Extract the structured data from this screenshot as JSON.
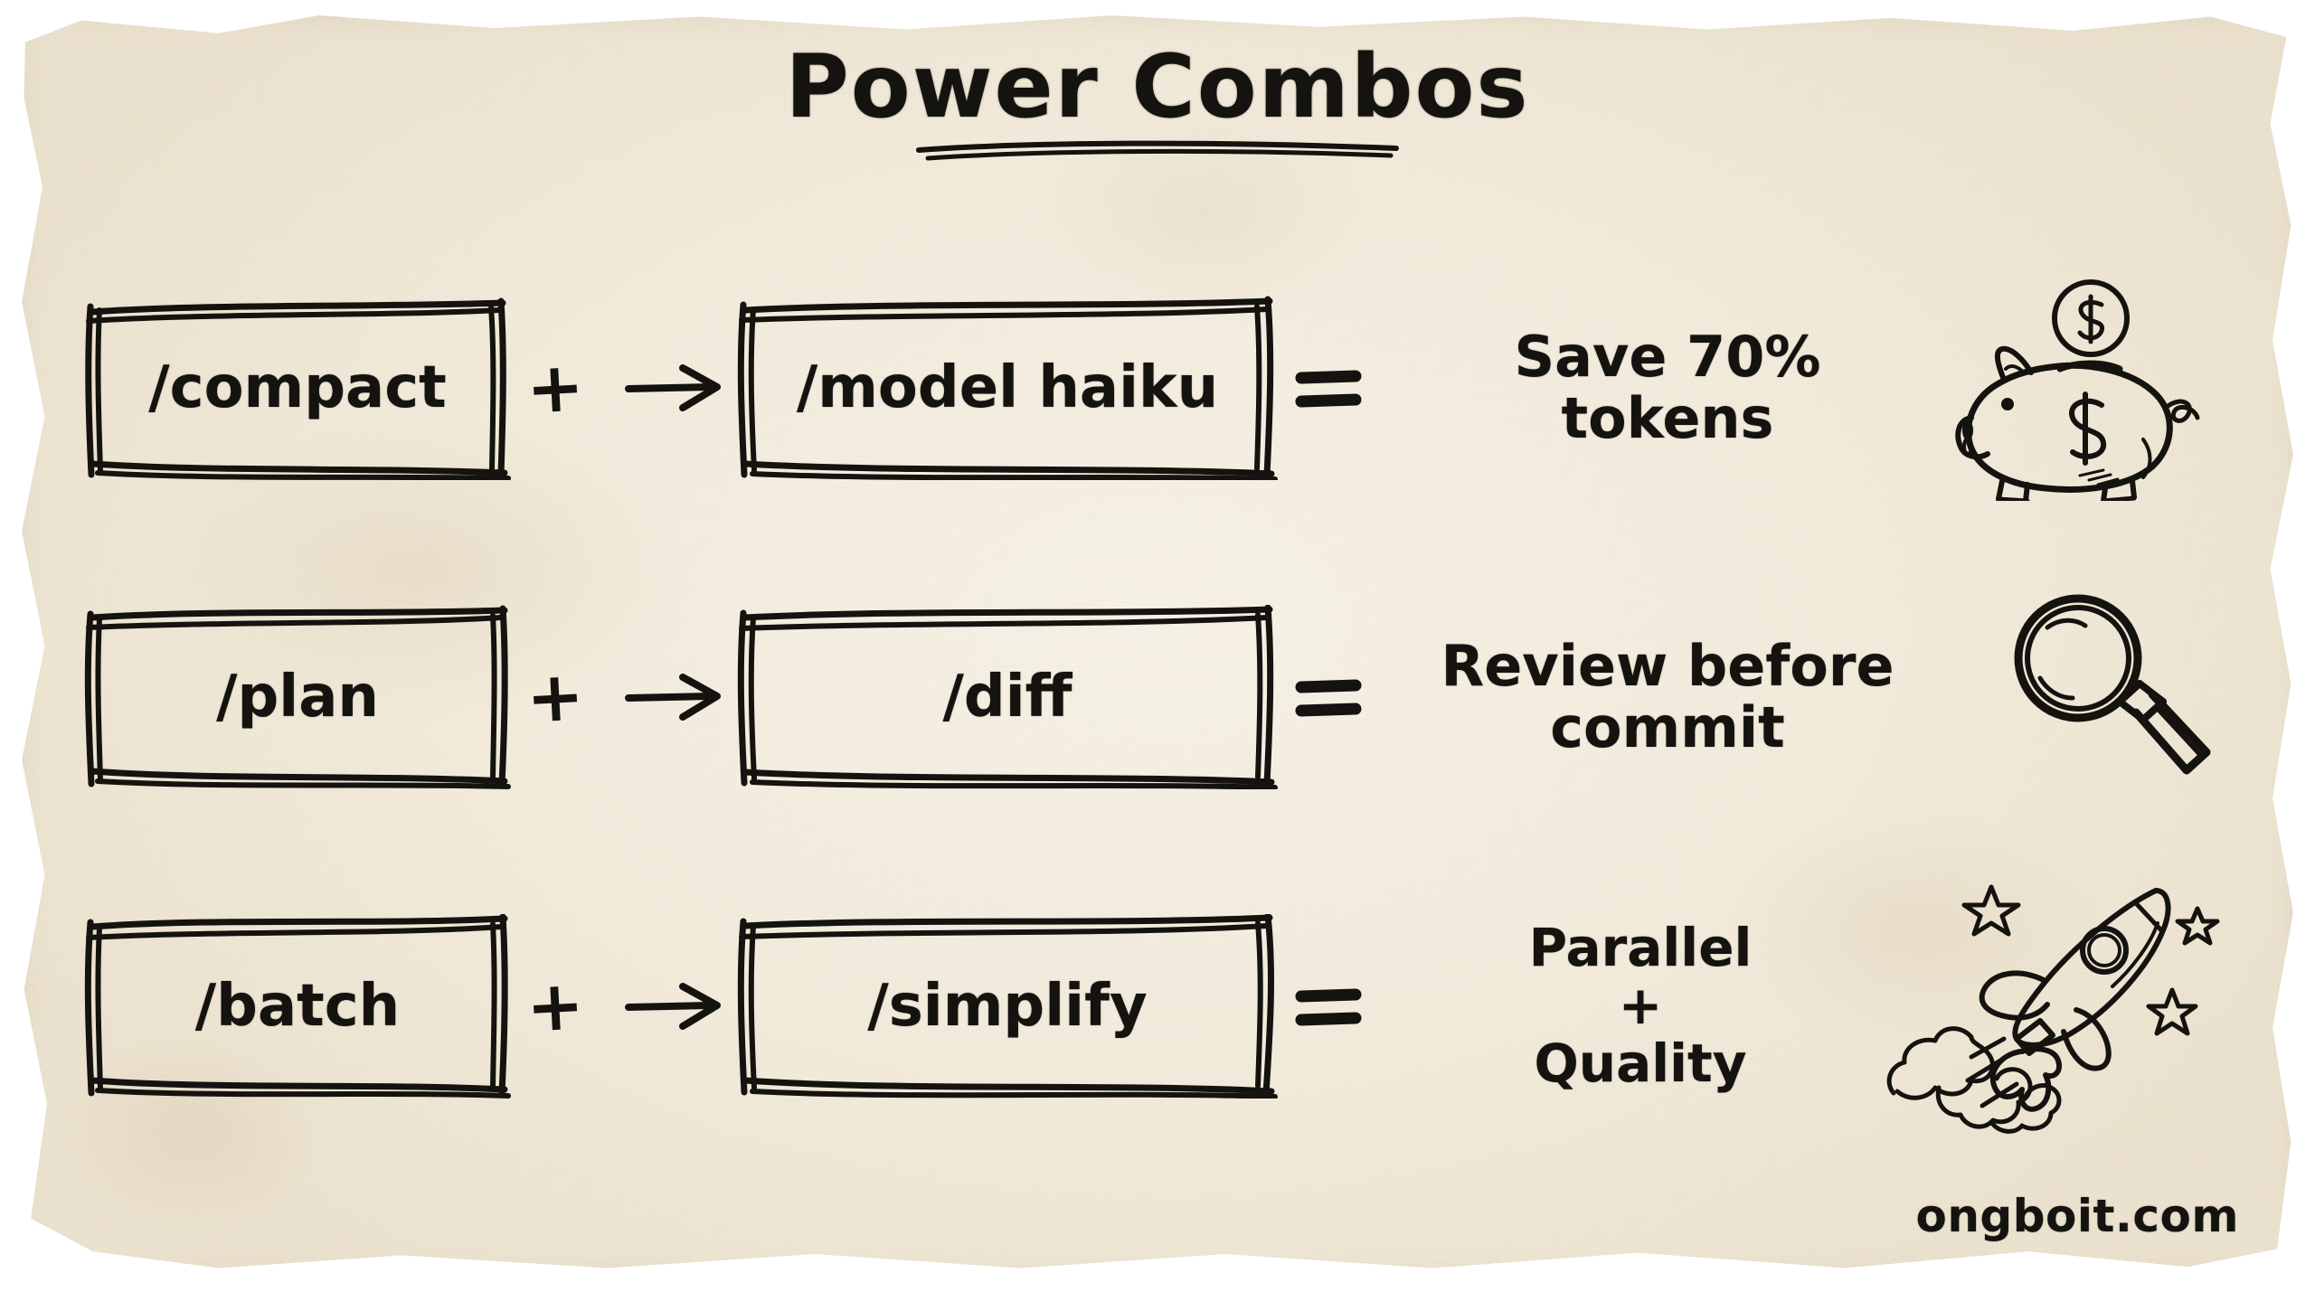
{
  "page": {
    "title": "Power Combos",
    "footer": "ongboit.com",
    "paper_color": "#f2ebdc",
    "ink_color": "#15130f"
  },
  "symbols": {
    "plus": "+",
    "arrow": "→",
    "equals": "=",
    "arrow_icon_name": "arrow-right-icon",
    "equals_icon_name": "equals-icon",
    "underline_icon_name": "title-underline-icon"
  },
  "combos": [
    {
      "id": "combo-compact-haiku",
      "first_command": "/compact",
      "operator": "+",
      "connector": "→",
      "second_command": "/model haiku",
      "equals": "=",
      "result": "Save 70%\ntokens",
      "result_lines": [
        "Save 70%",
        "tokens"
      ],
      "doodle": "piggy-bank-icon",
      "doodle_label": "piggy bank with dollar coin"
    },
    {
      "id": "combo-plan-diff",
      "first_command": "/plan",
      "operator": "+",
      "connector": "→",
      "second_command": "/diff",
      "equals": "=",
      "result": "Review before\ncommit",
      "result_lines": [
        "Review before",
        "commit"
      ],
      "doodle": "magnifying-glass-icon",
      "doodle_label": "magnifying glass"
    },
    {
      "id": "combo-batch-simplify",
      "first_command": "/batch",
      "operator": "+",
      "connector": "→",
      "second_command": "/simplify",
      "equals": "=",
      "result": "Parallel\n+\nQuality",
      "result_lines": [
        "Parallel",
        "+",
        "Quality"
      ],
      "doodle": "rocket-icon",
      "doodle_label": "rocket with smoke and stars"
    }
  ]
}
